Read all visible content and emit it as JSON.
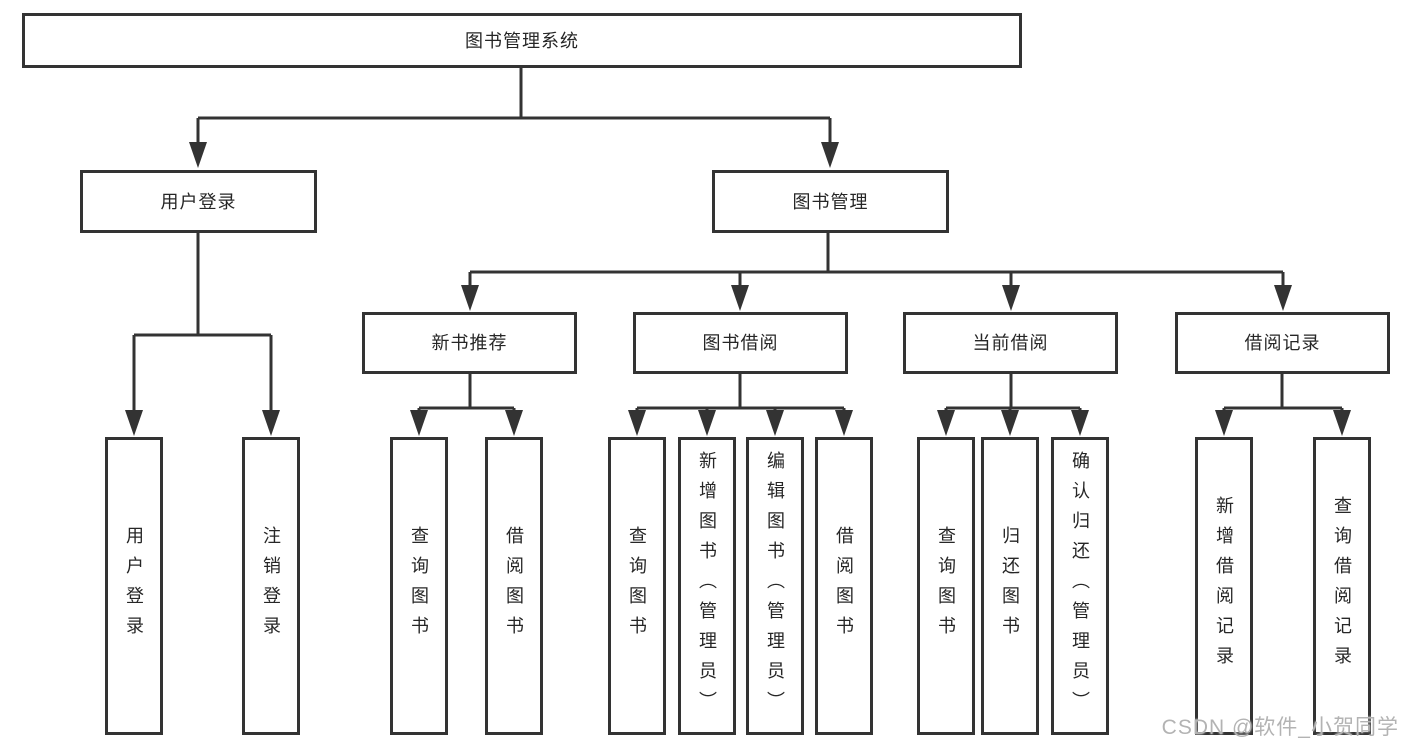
{
  "colors": {
    "line": "#333333",
    "node_text": "#262626",
    "background": "#ffffff",
    "watermark": "#b3b3b3"
  },
  "watermark": "CSDN @软件_小贺同学",
  "tree": {
    "root_label": "图书管理系统",
    "level2": [
      {
        "label": "用户登录",
        "children": [
          "用户登录",
          "注销登录"
        ]
      },
      {
        "label": "图书管理"
      }
    ],
    "level3": [
      {
        "label": "新书推荐",
        "children": [
          "查询图书",
          "借阅图书"
        ]
      },
      {
        "label": "图书借阅",
        "children": [
          "查询图书",
          "新增图书（管理员）",
          "编辑图书（管理员）",
          "借阅图书"
        ]
      },
      {
        "label": "当前借阅",
        "children": [
          "查询图书",
          "归还图书",
          "确认归还（管理员）"
        ]
      },
      {
        "label": "借阅记录",
        "children": [
          "新增借阅记录",
          "查询借阅记录"
        ]
      }
    ]
  }
}
